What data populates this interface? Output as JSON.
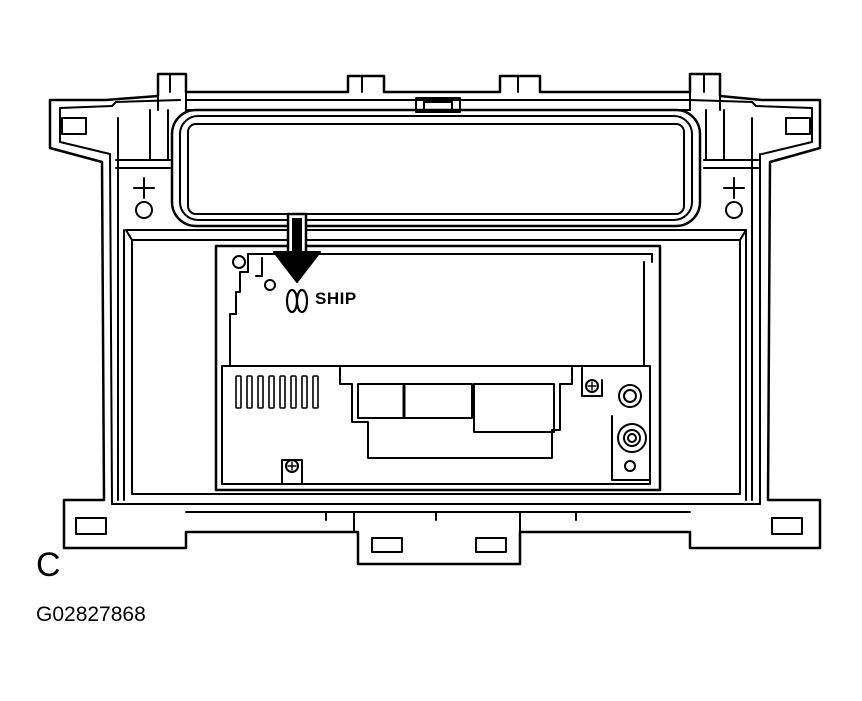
{
  "diagram": {
    "view_label": "C",
    "figure_id": "G02827868",
    "mark_text": "SHIP",
    "arrow_direction": "down",
    "line_color": "#000000",
    "background_color": "#ffffff"
  }
}
